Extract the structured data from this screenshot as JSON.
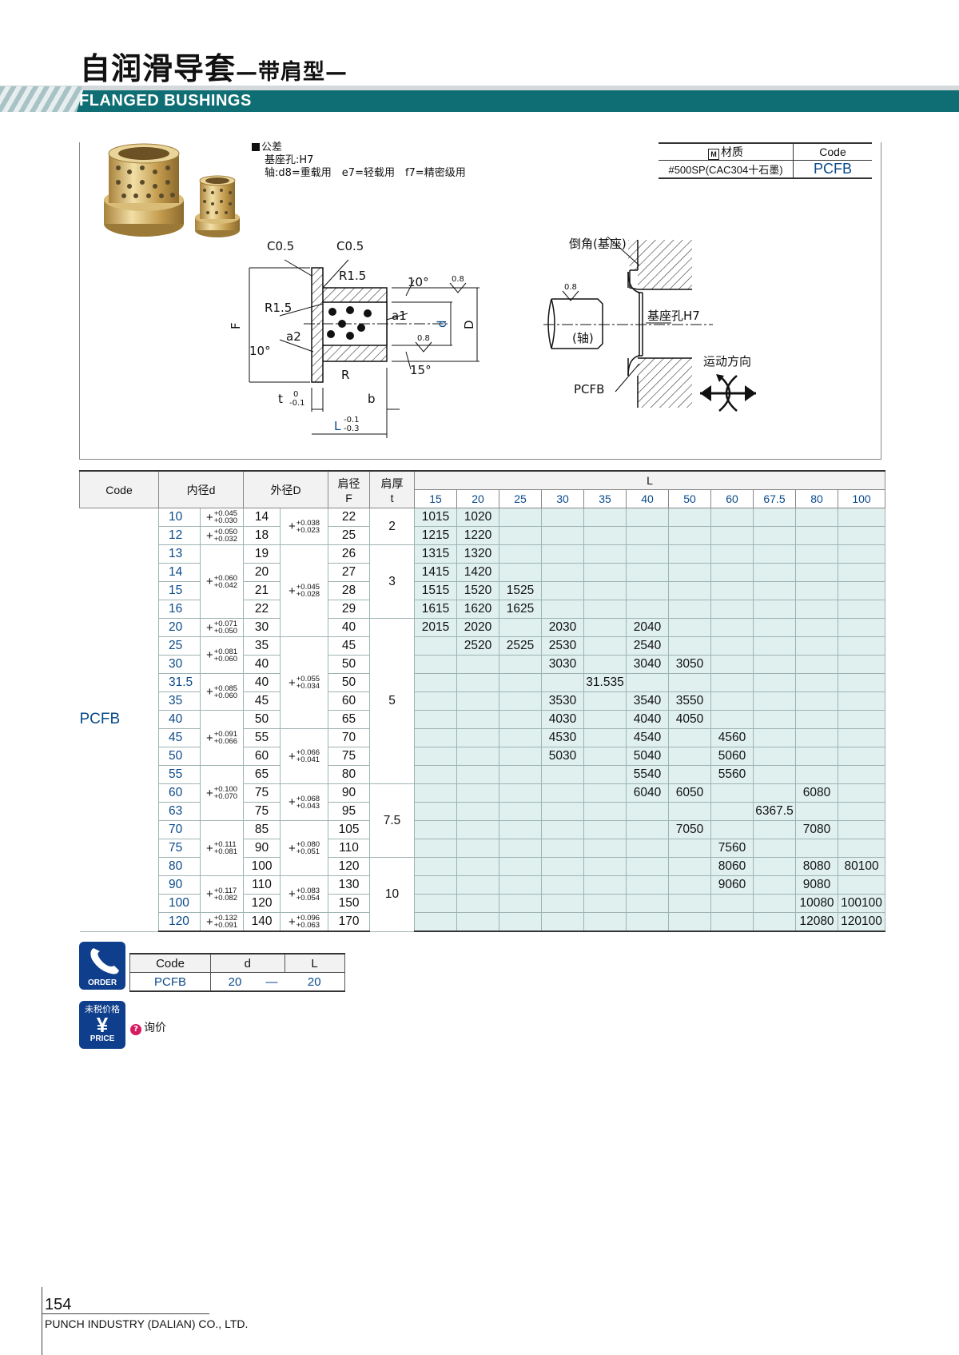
{
  "header": {
    "title_zh": "自润滑导套",
    "title_sub": "—带肩型—",
    "title_en": "FLANGED BUSHINGS"
  },
  "tolerance": {
    "heading": "公差",
    "line1": "基座孔:H7",
    "line2": "轴:d8=重载用　e7=轻载用　f7=精密级用"
  },
  "material": {
    "badge": "M",
    "header_label": "材质",
    "code_header": "Code",
    "value": "#500SP(CAC304十石墨)",
    "code": "PCFB"
  },
  "drawing": {
    "c05_left": "C0.5",
    "c05_right": "C0.5",
    "r15_top": "R1.5",
    "r15_left": "R1.5",
    "a1": "a1",
    "a2": "a2",
    "angle10_top": "10°",
    "angle10_left": "10°",
    "angle15": "15°",
    "roughness_top": "0.8",
    "roughness_mid": "0.8",
    "r": "R",
    "F": "F",
    "d": "d",
    "D": "D",
    "t": "t",
    "t_tol_up": "0",
    "t_tol_low": "-0.1",
    "b": "b",
    "L": "L",
    "L_tol_up": "-0.1",
    "L_tol_low": "-0.3",
    "chamfer": "倒角(基座)",
    "roughness_shaft": "0.8",
    "shaft": "(轴)",
    "hole": "基座孔H7",
    "pcfb": "PCFB",
    "motion": "运动方向"
  },
  "table": {
    "headers": {
      "code": "Code",
      "d": "内径d",
      "D": "外径D",
      "F": "肩径",
      "F2": "F",
      "t": "肩厚",
      "t2": "t",
      "L": "L"
    },
    "L_values": [
      "15",
      "20",
      "25",
      "30",
      "35",
      "40",
      "50",
      "60",
      "67.5",
      "80",
      "100"
    ],
    "code": "PCFB",
    "rows": [
      {
        "d": "10",
        "D": "14",
        "F": "22",
        "cells": [
          "1015",
          "1020",
          "",
          "",
          "",
          "",
          "",
          "",
          "",
          "",
          ""
        ]
      },
      {
        "d": "12",
        "D": "18",
        "F": "25",
        "cells": [
          "1215",
          "1220",
          "",
          "",
          "",
          "",
          "",
          "",
          "",
          "",
          ""
        ]
      },
      {
        "d": "13",
        "D": "19",
        "F": "26",
        "cells": [
          "1315",
          "1320",
          "",
          "",
          "",
          "",
          "",
          "",
          "",
          "",
          ""
        ]
      },
      {
        "d": "14",
        "D": "20",
        "F": "27",
        "cells": [
          "1415",
          "1420",
          "",
          "",
          "",
          "",
          "",
          "",
          "",
          "",
          ""
        ]
      },
      {
        "d": "15",
        "D": "21",
        "F": "28",
        "cells": [
          "1515",
          "1520",
          "1525",
          "",
          "",
          "",
          "",
          "",
          "",
          "",
          ""
        ]
      },
      {
        "d": "16",
        "D": "22",
        "F": "29",
        "cells": [
          "1615",
          "1620",
          "1625",
          "",
          "",
          "",
          "",
          "",
          "",
          "",
          ""
        ]
      },
      {
        "d": "20",
        "D": "30",
        "F": "40",
        "cells": [
          "2015",
          "2020",
          "",
          "2030",
          "",
          "2040",
          "",
          "",
          "",
          "",
          ""
        ]
      },
      {
        "d": "25",
        "D": "35",
        "F": "45",
        "cells": [
          "",
          "2520",
          "2525",
          "2530",
          "",
          "2540",
          "",
          "",
          "",
          "",
          ""
        ]
      },
      {
        "d": "30",
        "D": "40",
        "F": "50",
        "cells": [
          "",
          "",
          "",
          "3030",
          "",
          "3040",
          "3050",
          "",
          "",
          "",
          ""
        ]
      },
      {
        "d": "31.5",
        "D": "40",
        "F": "50",
        "cells": [
          "",
          "",
          "",
          "",
          "31.535",
          "",
          "",
          "",
          "",
          "",
          ""
        ]
      },
      {
        "d": "35",
        "D": "45",
        "F": "60",
        "cells": [
          "",
          "",
          "",
          "3530",
          "",
          "3540",
          "3550",
          "",
          "",
          "",
          ""
        ]
      },
      {
        "d": "40",
        "D": "50",
        "F": "65",
        "cells": [
          "",
          "",
          "",
          "4030",
          "",
          "4040",
          "4050",
          "",
          "",
          "",
          ""
        ]
      },
      {
        "d": "45",
        "D": "55",
        "F": "70",
        "cells": [
          "",
          "",
          "",
          "4530",
          "",
          "4540",
          "",
          "4560",
          "",
          "",
          ""
        ]
      },
      {
        "d": "50",
        "D": "60",
        "F": "75",
        "cells": [
          "",
          "",
          "",
          "5030",
          "",
          "5040",
          "",
          "5060",
          "",
          "",
          ""
        ]
      },
      {
        "d": "55",
        "D": "65",
        "F": "80",
        "cells": [
          "",
          "",
          "",
          "",
          "",
          "5540",
          "",
          "5560",
          "",
          "",
          ""
        ]
      },
      {
        "d": "60",
        "D": "75",
        "F": "90",
        "cells": [
          "",
          "",
          "",
          "",
          "",
          "6040",
          "6050",
          "",
          "",
          "6080",
          ""
        ]
      },
      {
        "d": "63",
        "D": "75",
        "F": "95",
        "cells": [
          "",
          "",
          "",
          "",
          "",
          "",
          "",
          "",
          "6367.5",
          "",
          ""
        ]
      },
      {
        "d": "70",
        "D": "85",
        "F": "105",
        "cells": [
          "",
          "",
          "",
          "",
          "",
          "",
          "7050",
          "",
          "",
          "7080",
          ""
        ]
      },
      {
        "d": "75",
        "D": "90",
        "F": "110",
        "cells": [
          "",
          "",
          "",
          "",
          "",
          "",
          "",
          "7560",
          "",
          "",
          ""
        ]
      },
      {
        "d": "80",
        "D": "100",
        "F": "120",
        "cells": [
          "",
          "",
          "",
          "",
          "",
          "",
          "",
          "8060",
          "",
          "8080",
          "80100"
        ]
      },
      {
        "d": "90",
        "D": "110",
        "F": "130",
        "cells": [
          "",
          "",
          "",
          "",
          "",
          "",
          "",
          "9060",
          "",
          "9080",
          ""
        ]
      },
      {
        "d": "100",
        "D": "120",
        "F": "150",
        "cells": [
          "",
          "",
          "",
          "",
          "",
          "",
          "",
          "",
          "",
          "10080",
          "100100"
        ]
      },
      {
        "d": "120",
        "D": "140",
        "F": "170",
        "cells": [
          "",
          "",
          "",
          "",
          "",
          "",
          "",
          "",
          "",
          "12080",
          "120100"
        ]
      }
    ],
    "d_tol": [
      {
        "rows": 1,
        "up": "+0.045",
        "low": "+0.030"
      },
      {
        "rows": 1,
        "up": "+0.050",
        "low": "+0.032"
      },
      {
        "rows": 4,
        "up": "+0.060",
        "low": "+0.042"
      },
      {
        "rows": 1,
        "up": "+0.071",
        "low": "+0.050"
      },
      {
        "rows": 2,
        "up": "+0.081",
        "low": "+0.060"
      },
      {
        "rows": 2,
        "up": "+0.085",
        "low": "+0.060"
      },
      {
        "rows": 3,
        "up": "+0.091",
        "low": "+0.066"
      },
      {
        "rows": 3,
        "up": "+0.100",
        "low": "+0.070"
      },
      {
        "rows": 3,
        "up": "+0.111",
        "low": "+0.081"
      },
      {
        "rows": 2,
        "up": "+0.117",
        "low": "+0.082"
      },
      {
        "rows": 1,
        "up": "+0.132",
        "low": "+0.091"
      }
    ],
    "D_tol": [
      {
        "rows": 2,
        "up": "+0.038",
        "low": "+0.023"
      },
      {
        "rows": 5,
        "up": "+0.045",
        "low": "+0.028"
      },
      {
        "rows": 5,
        "up": "+0.055",
        "low": "+0.034"
      },
      {
        "rows": 3,
        "up": "+0.066",
        "low": "+0.041"
      },
      {
        "rows": 2,
        "up": "+0.068",
        "low": "+0.043"
      },
      {
        "rows": 3,
        "up": "+0.080",
        "low": "+0.051"
      },
      {
        "rows": 2,
        "up": "+0.083",
        "low": "+0.054"
      },
      {
        "rows": 1,
        "up": "+0.096",
        "low": "+0.063"
      }
    ],
    "t_groups": [
      {
        "rows": 2,
        "value": "2"
      },
      {
        "rows": 4,
        "value": "3"
      },
      {
        "rows": 9,
        "value": "5"
      },
      {
        "rows": 4,
        "value": "7.5"
      },
      {
        "rows": 4,
        "value": "10"
      }
    ]
  },
  "order": {
    "icon_label": "ORDER",
    "headers": [
      "Code",
      "d",
      "L"
    ],
    "values": [
      "PCFB",
      "20",
      "—",
      "20"
    ]
  },
  "price": {
    "icon_top": "未税价格",
    "icon_symbol": "¥",
    "icon_label": "PRICE",
    "inquiry_mark": "?",
    "inquiry": "询价"
  },
  "footer": {
    "page": "154",
    "company": "PUNCH INDUSTRY (DALIAN) CO., LTD."
  }
}
